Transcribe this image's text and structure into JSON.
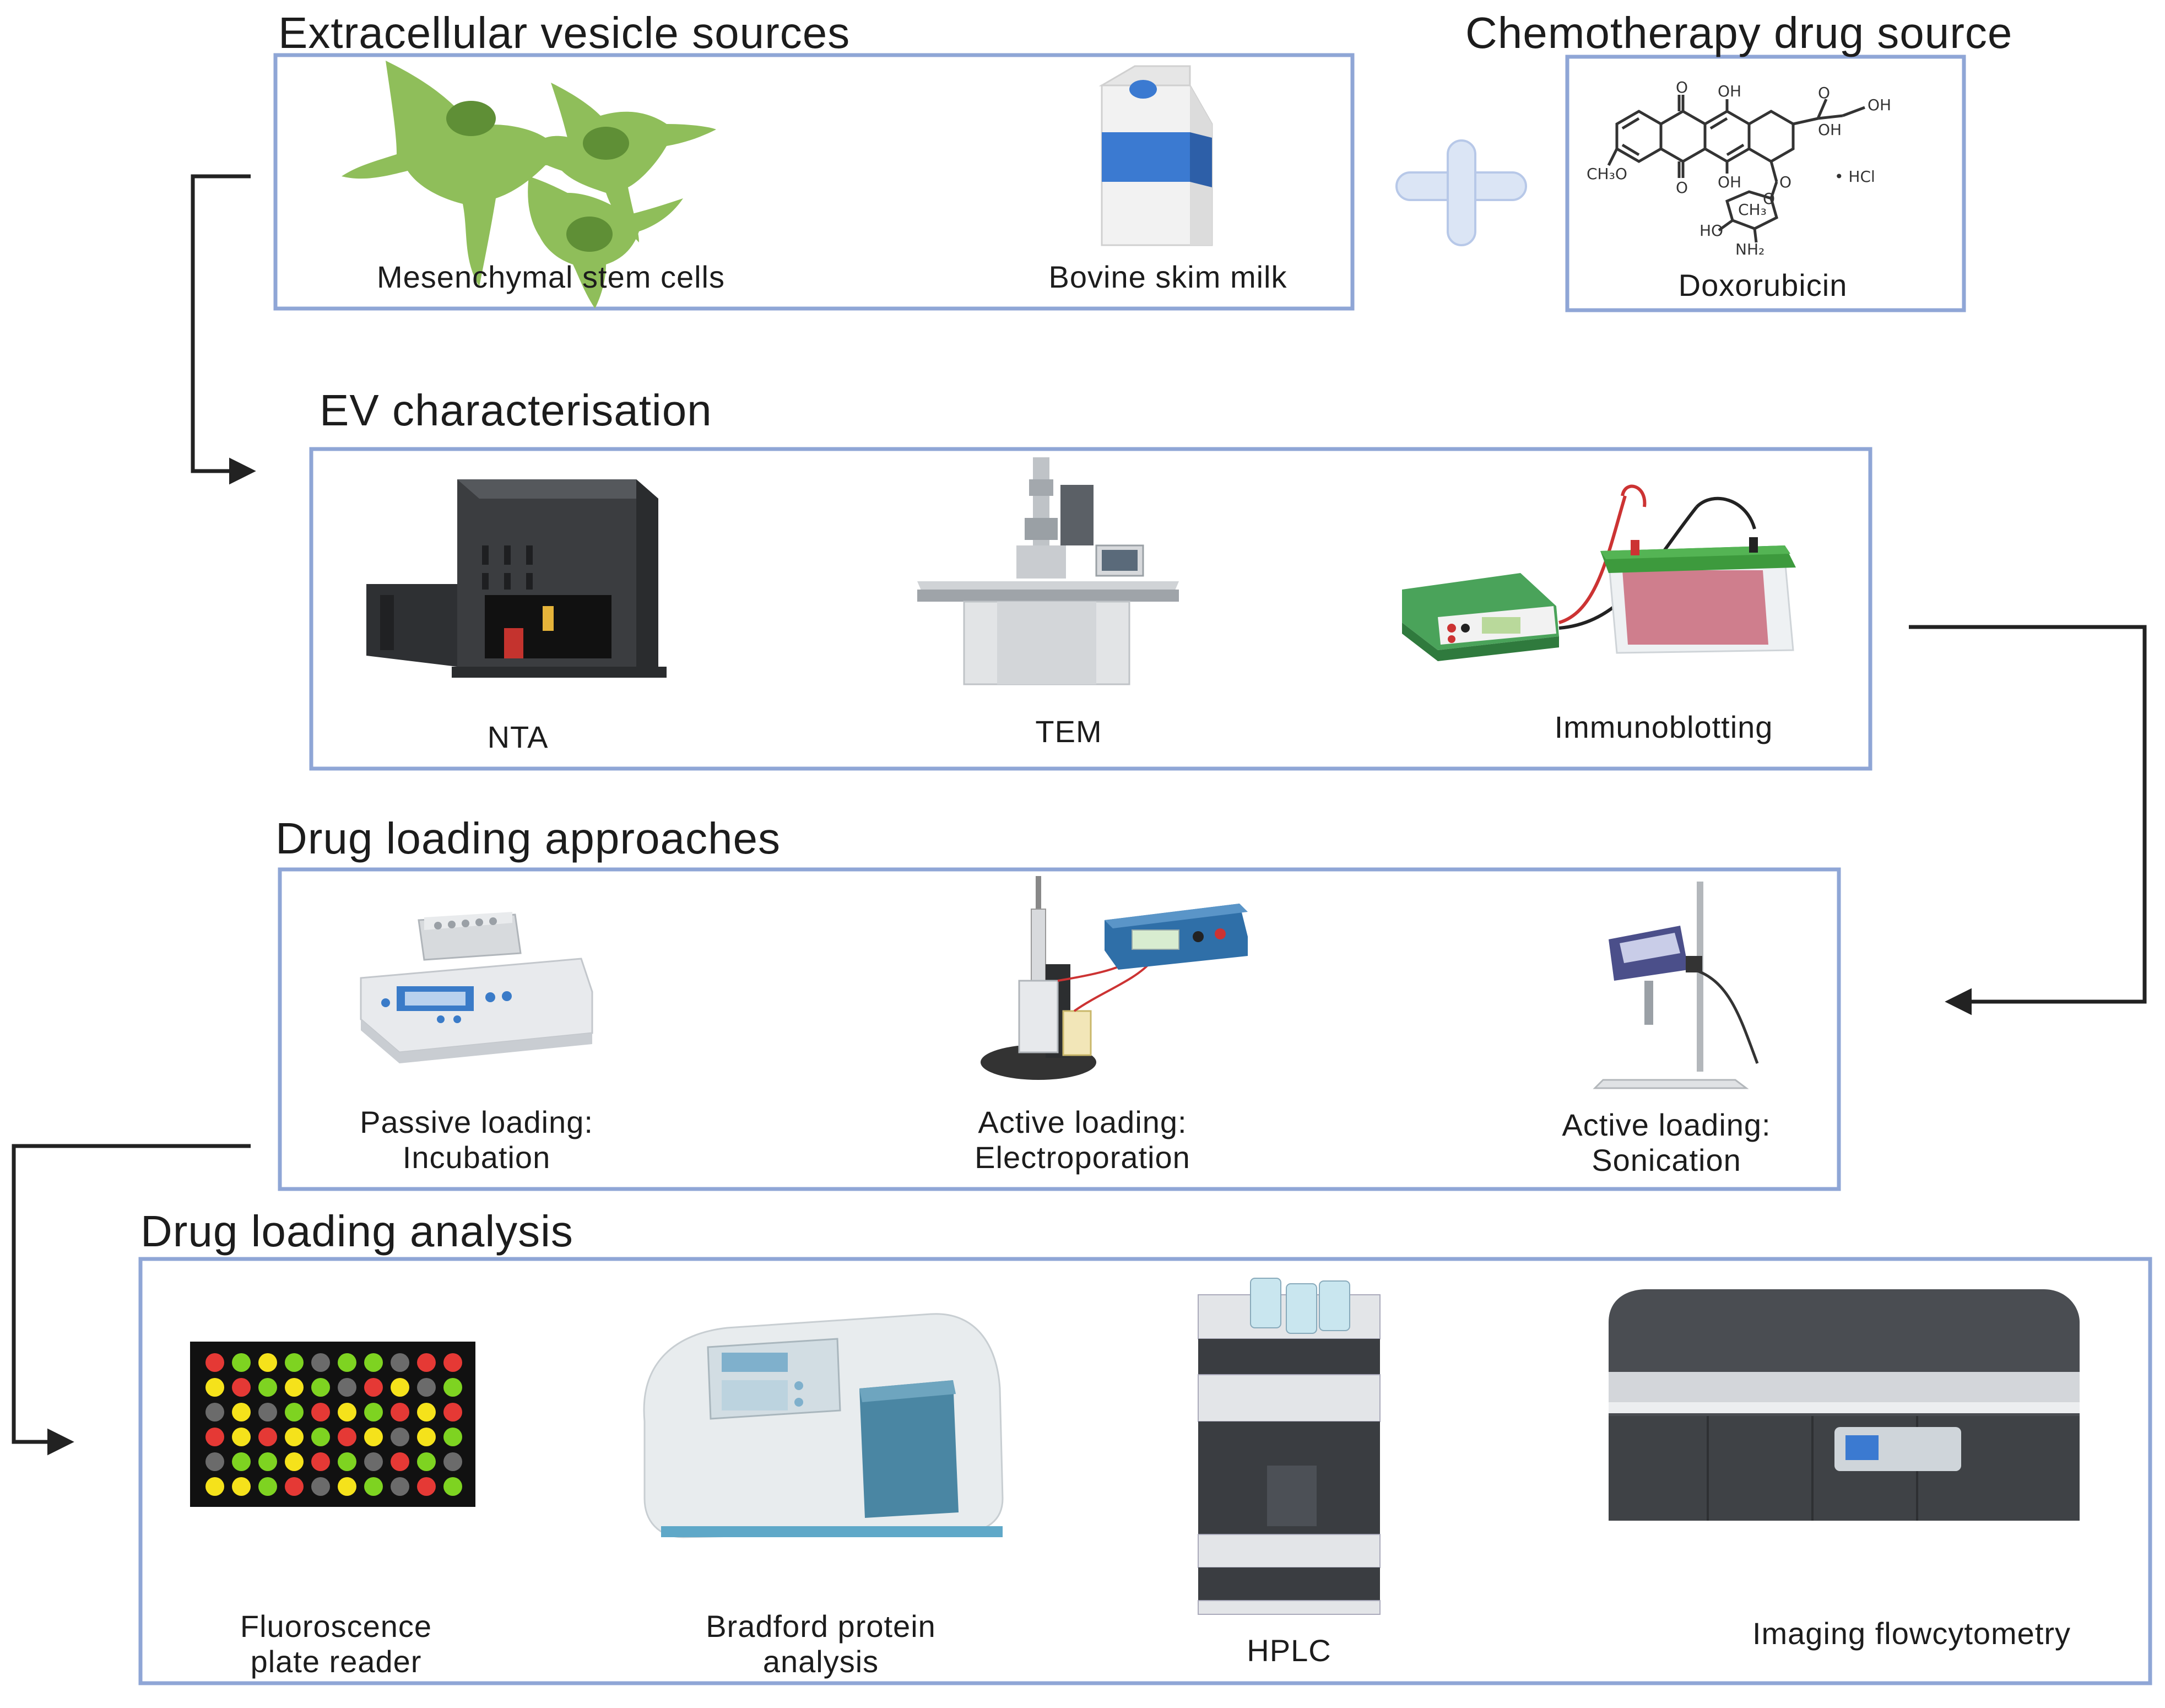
{
  "sections": {
    "ev_sources": {
      "title": "Extracellular vesicle sources",
      "items": [
        "Mesenchymal stem cells",
        "Bovine skim milk"
      ]
    },
    "drug_source": {
      "title": "Chemotherapy drug source",
      "item": "Doxorubicin",
      "structure_labels": {
        "oh_top": "OH",
        "oh_right": "OH",
        "oh_side": "OH",
        "oh_bottom": "OH",
        "ch3o": "CH₃O",
        "hcl": "• HCl",
        "ch3": "CH₃",
        "ring_o": "O",
        "ho": "HO",
        "nh2": "NH₂",
        "o_top1": "O",
        "o_top2": "O",
        "o_bottom": "O",
        "o_link": "O"
      }
    },
    "ev_characterisation": {
      "title": "EV characterisation",
      "items": [
        "NTA",
        "TEM",
        "Immunoblotting"
      ]
    },
    "drug_loading_approaches": {
      "title": "Drug loading approaches",
      "items": [
        {
          "line1": "Passive loading:",
          "line2": "Incubation"
        },
        {
          "line1": "Active loading:",
          "line2": "Electroporation"
        },
        {
          "line1": "Active loading:",
          "line2": "Sonication"
        }
      ]
    },
    "drug_loading_analysis": {
      "title": "Drug loading analysis",
      "items": [
        {
          "line1": "Fluoroscence",
          "line2": "plate reader"
        },
        {
          "line1": "Bradford protein",
          "line2": "analysis"
        },
        {
          "line1": "HPLC",
          "line2": ""
        },
        {
          "line1": "Imaging flowcytometry",
          "line2": ""
        }
      ]
    }
  },
  "colors": {
    "box_border": "#8fa6d6",
    "arrow": "#222222",
    "plus": "#c8d6ef",
    "cell": "#8fbe5a",
    "nucleus": "#5f8f36",
    "milk_blue": "#3b7ad1",
    "instrument_dark": "#3b3d40",
    "green_lid": "#3d9a3d",
    "gel_red": "#c96a7a"
  },
  "plate_wells": [
    [
      "r",
      "g",
      "y",
      "g",
      "k",
      "g",
      "g",
      "k",
      "r",
      "r"
    ],
    [
      "y",
      "r",
      "g",
      "y",
      "g",
      "k",
      "r",
      "y",
      "k",
      "g"
    ],
    [
      "k",
      "y",
      "k",
      "g",
      "r",
      "y",
      "g",
      "r",
      "y",
      "r"
    ],
    [
      "r",
      "y",
      "r",
      "y",
      "g",
      "r",
      "y",
      "k",
      "y",
      "g"
    ],
    [
      "k",
      "g",
      "g",
      "y",
      "r",
      "g",
      "k",
      "r",
      "g",
      "k"
    ],
    [
      "y",
      "y",
      "g",
      "r",
      "k",
      "y",
      "g",
      "k",
      "r",
      "g"
    ]
  ]
}
